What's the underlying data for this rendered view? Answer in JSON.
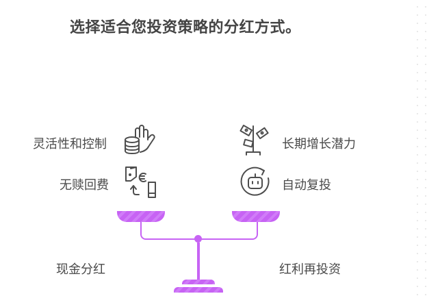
{
  "title": "选择适合您投资策略的分红方式。",
  "left": {
    "option": "现金分红",
    "features": [
      {
        "label": "灵活性和控制",
        "icon": "hand-coins-icon"
      },
      {
        "label": "无赎回费",
        "icon": "wallet-euro-phone-icon"
      }
    ]
  },
  "right": {
    "option": "红利再投资",
    "features": [
      {
        "label": "长期增长潜力",
        "icon": "money-plant-icon"
      },
      {
        "label": "自动复投",
        "icon": "robot-refresh-icon"
      }
    ]
  },
  "colors": {
    "accent": "#c763f4",
    "text": "#4a4a4a",
    "title": "#444444",
    "icon": "#4d4d4d"
  }
}
